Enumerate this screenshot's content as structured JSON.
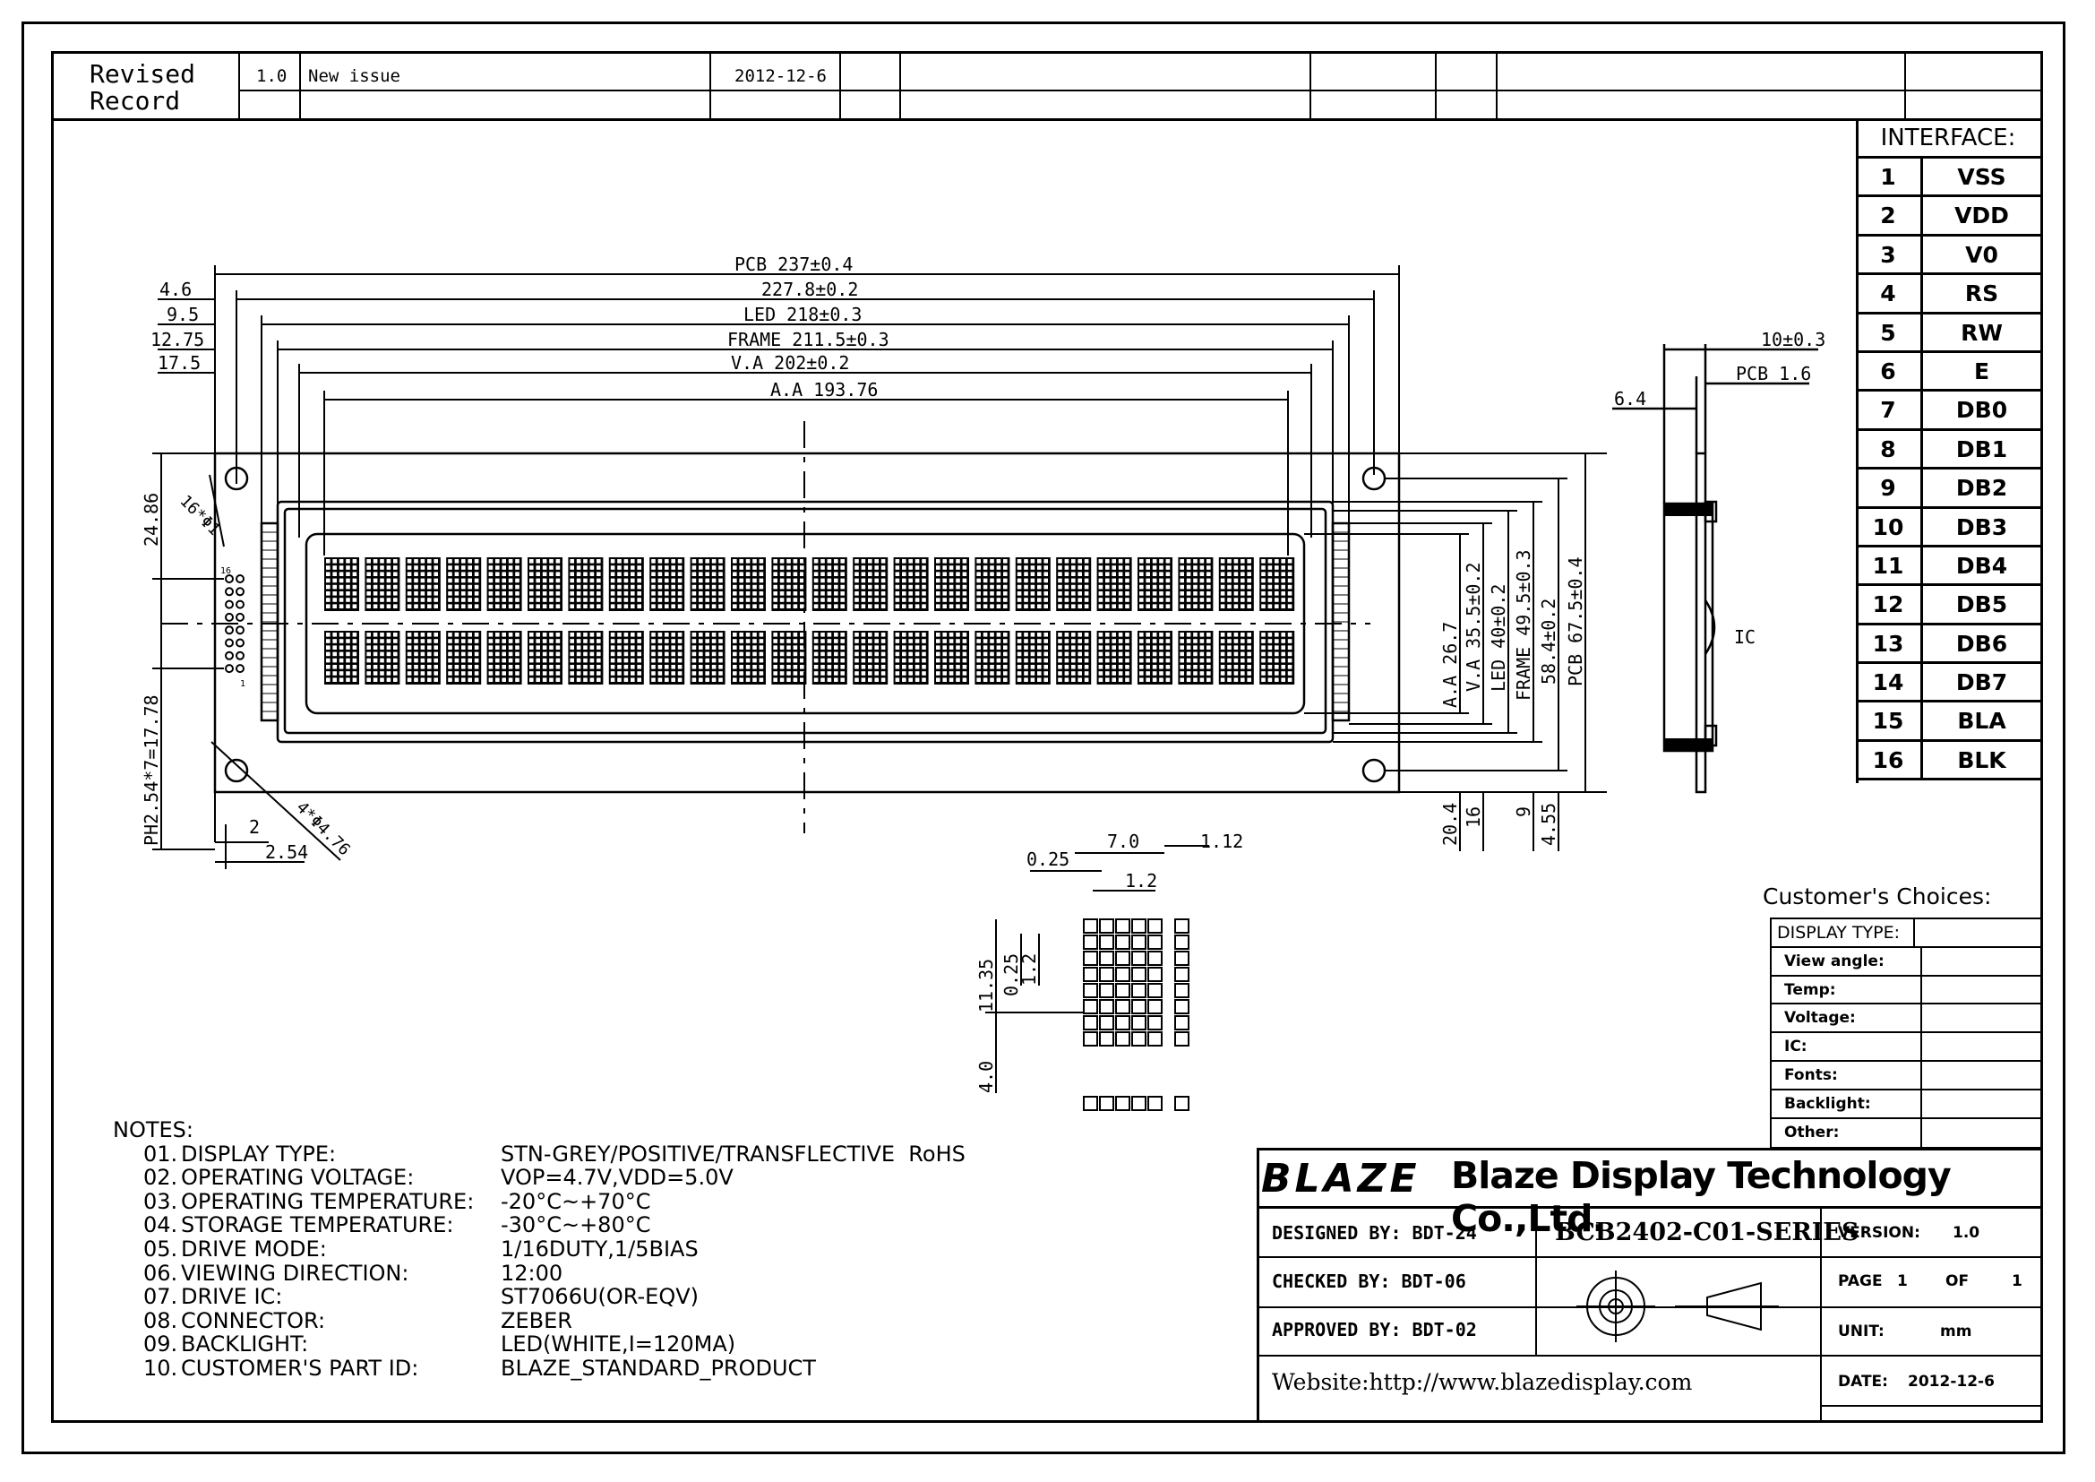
{
  "revision": {
    "title_line1": "Revised",
    "title_line2": "Record",
    "version": "1.0",
    "description": "New issue",
    "date": "2012-12-6"
  },
  "front_view": {
    "top_dims": [
      "PCB 237±0.4",
      "227.8±0.2",
      "LED 218±0.3",
      "FRAME 211.5±0.3",
      "V.A 202±0.2",
      "A.A 193.76"
    ],
    "left_dims": [
      "4.6",
      "9.5",
      "12.75",
      "17.5"
    ],
    "right_dims": [
      "A.A 26.7",
      "V.A 35.5±0.2",
      "LED 40±0.2",
      "FRAME 49.5±0.3",
      "58.4±0.2",
      "PCB 67.5±0.4"
    ],
    "bottom_right_dims": [
      "20.4",
      "16",
      "9",
      "4.55"
    ],
    "left_vertical_dims": [
      "24.86",
      "PH2.54*7=17.78"
    ],
    "pin_label": "16*Φ1",
    "hole_label": "4*Φ4.76",
    "bottom_left_dims": [
      "2",
      "2.54"
    ],
    "pin_num_top": "16",
    "pin_num_bottom": "1"
  },
  "side_view": {
    "dims": [
      "10±0.3",
      "PCB 1.6",
      "6.4"
    ],
    "ic_label": "IC"
  },
  "char_detail": {
    "dims": [
      "7.0",
      "1.12",
      "0.25",
      "1.2",
      "11.35",
      "0.25",
      "1.2",
      "4.0"
    ]
  },
  "interface": {
    "title": "INTERFACE:",
    "pins": [
      {
        "n": "1",
        "s": "VSS"
      },
      {
        "n": "2",
        "s": "VDD"
      },
      {
        "n": "3",
        "s": "V0"
      },
      {
        "n": "4",
        "s": "RS"
      },
      {
        "n": "5",
        "s": "RW"
      },
      {
        "n": "6",
        "s": "E"
      },
      {
        "n": "7",
        "s": "DB0"
      },
      {
        "n": "8",
        "s": "DB1"
      },
      {
        "n": "9",
        "s": "DB2"
      },
      {
        "n": "10",
        "s": "DB3"
      },
      {
        "n": "11",
        "s": "DB4"
      },
      {
        "n": "12",
        "s": "DB5"
      },
      {
        "n": "13",
        "s": "DB6"
      },
      {
        "n": "14",
        "s": "DB7"
      },
      {
        "n": "15",
        "s": "BLA"
      },
      {
        "n": "16",
        "s": "BLK"
      }
    ]
  },
  "customer_choices": {
    "title": "Customer's Choices:",
    "rows": [
      "DISPLAY TYPE:",
      "View angle:",
      "Temp:",
      "Voltage:",
      "IC:",
      "Fonts:",
      "Backlight:",
      "Other:"
    ]
  },
  "notes": {
    "title": "NOTES:",
    "items": [
      {
        "num": "01.",
        "label": "DISPLAY TYPE:",
        "value": "STN-GREY/POSITIVE/TRANSFLECTIVE  RoHS"
      },
      {
        "num": "02.",
        "label": "OPERATING VOLTAGE:",
        "value": "VOP=4.7V,VDD=5.0V"
      },
      {
        "num": "03.",
        "label": "OPERATING TEMPERATURE:",
        "value": "-20°C~+70°C"
      },
      {
        "num": "04.",
        "label": "STORAGE TEMPERATURE:",
        "value": "-30°C~+80°C"
      },
      {
        "num": "05.",
        "label": "DRIVE MODE:",
        "value": "1/16DUTY,1/5BIAS"
      },
      {
        "num": "06.",
        "label": "VIEWING DIRECTION:",
        "value": "12:00"
      },
      {
        "num": "07.",
        "label": "DRIVE IC:",
        "value": "ST7066U(OR-EQV)"
      },
      {
        "num": "08.",
        "label": "CONNECTOR:",
        "value": "ZEBER"
      },
      {
        "num": "09.",
        "label": "BACKLIGHT:",
        "value": "LED(WHITE,I=120MA)"
      },
      {
        "num": "10.",
        "label": "CUSTOMER'S PART ID:",
        "value": "BLAZE_STANDARD_PRODUCT"
      }
    ]
  },
  "title_block": {
    "logo": "BLAZE",
    "company": "Blaze Display Technology Co.,Ltd.",
    "designed": "DESIGNED BY: BDT-24",
    "checked": "CHECKED BY: BDT-06",
    "approved": "APPROVED BY: BDT-02",
    "part": "BCB2402-C01-SERIES",
    "version_label": "VERSION:",
    "version_value": "1.0",
    "page_label": "PAGE",
    "page_num": "1",
    "page_of": "OF",
    "page_total": "1",
    "unit_label": "UNIT:",
    "unit_value": "mm",
    "date_label": "DATE:",
    "date_value": "2012-12-6",
    "website": "Website:http://www.blazedisplay.com"
  }
}
